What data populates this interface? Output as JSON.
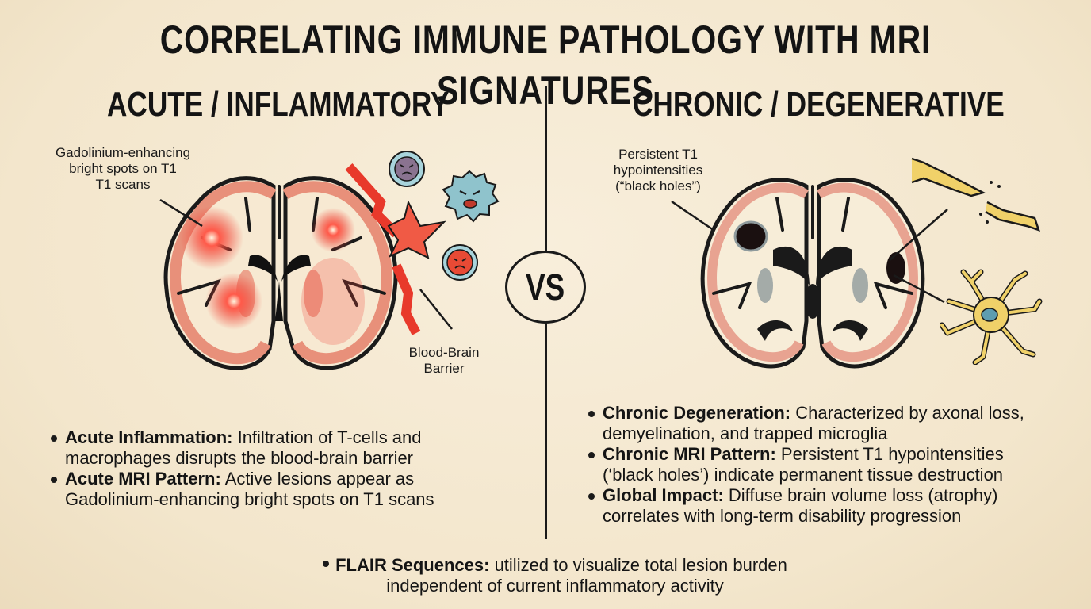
{
  "title": "CORRELATING IMMUNE PATHOLOGY WITH MRI SIGNATURES",
  "vs_label": "VS",
  "colors": {
    "background": "#f5ead3",
    "ink": "#141414",
    "inflammation_red": "#e8392b",
    "cortex_pink": "#e8907a",
    "cell_blue": "#8fc3cc",
    "axon_yellow": "#f0d169"
  },
  "left": {
    "heading": "ACUTE / INFLAMMATORY",
    "callouts": {
      "gadolinium": [
        "Gadolinium-enhancing",
        "bright spots on T1",
        "T1 scans"
      ],
      "bbb": [
        "Blood-Brain",
        "Barrier"
      ]
    },
    "illustration": {
      "brain": "inflamed-brain-coronal-section",
      "cells": [
        "angry-t-cell-purple",
        "angry-macrophage-blue",
        "angry-cell-red"
      ],
      "barrier": "ruptured-blood-brain-barrier"
    },
    "bullets": [
      {
        "label": "Acute Inflammation:",
        "lines": [
          " Infiltration of T-cells and",
          "macrophages disrupts the blood-brain barrier"
        ]
      },
      {
        "label": "Acute MRI Pattern:",
        "lines": [
          " Active lesions appear as",
          "Gadolinium-enhancing bright spots on T1 scans"
        ]
      }
    ]
  },
  "right": {
    "heading": "CHRONIC / DEGENERATIVE",
    "callouts": {
      "black_holes": [
        "Persistent T1",
        "hypointensities",
        "(“black holes”)"
      ]
    },
    "illustration": {
      "brain": "atrophic-brain-coronal-section",
      "cells": [
        "severed-axon",
        "microglia-cell"
      ]
    },
    "bullets": [
      {
        "label": "Chronic Degeneration:",
        "lines": [
          " Characterized by axonal loss,",
          "demyelination, and trapped microglia"
        ]
      },
      {
        "label": "Chronic MRI Pattern:",
        "lines": [
          " Persistent T1 hypointensities",
          "(‘black holes’) indicate permanent tissue destruction"
        ]
      },
      {
        "label": "Global Impact:",
        "lines": [
          " Diffuse brain volume loss (atrophy)",
          "correlates with long-term disability progression"
        ]
      }
    ]
  },
  "bottom": {
    "label": "FLAIR Sequences:",
    "lines": [
      " utilized to visualize total lesion burden",
      "independent of current inflammatory activity"
    ]
  }
}
